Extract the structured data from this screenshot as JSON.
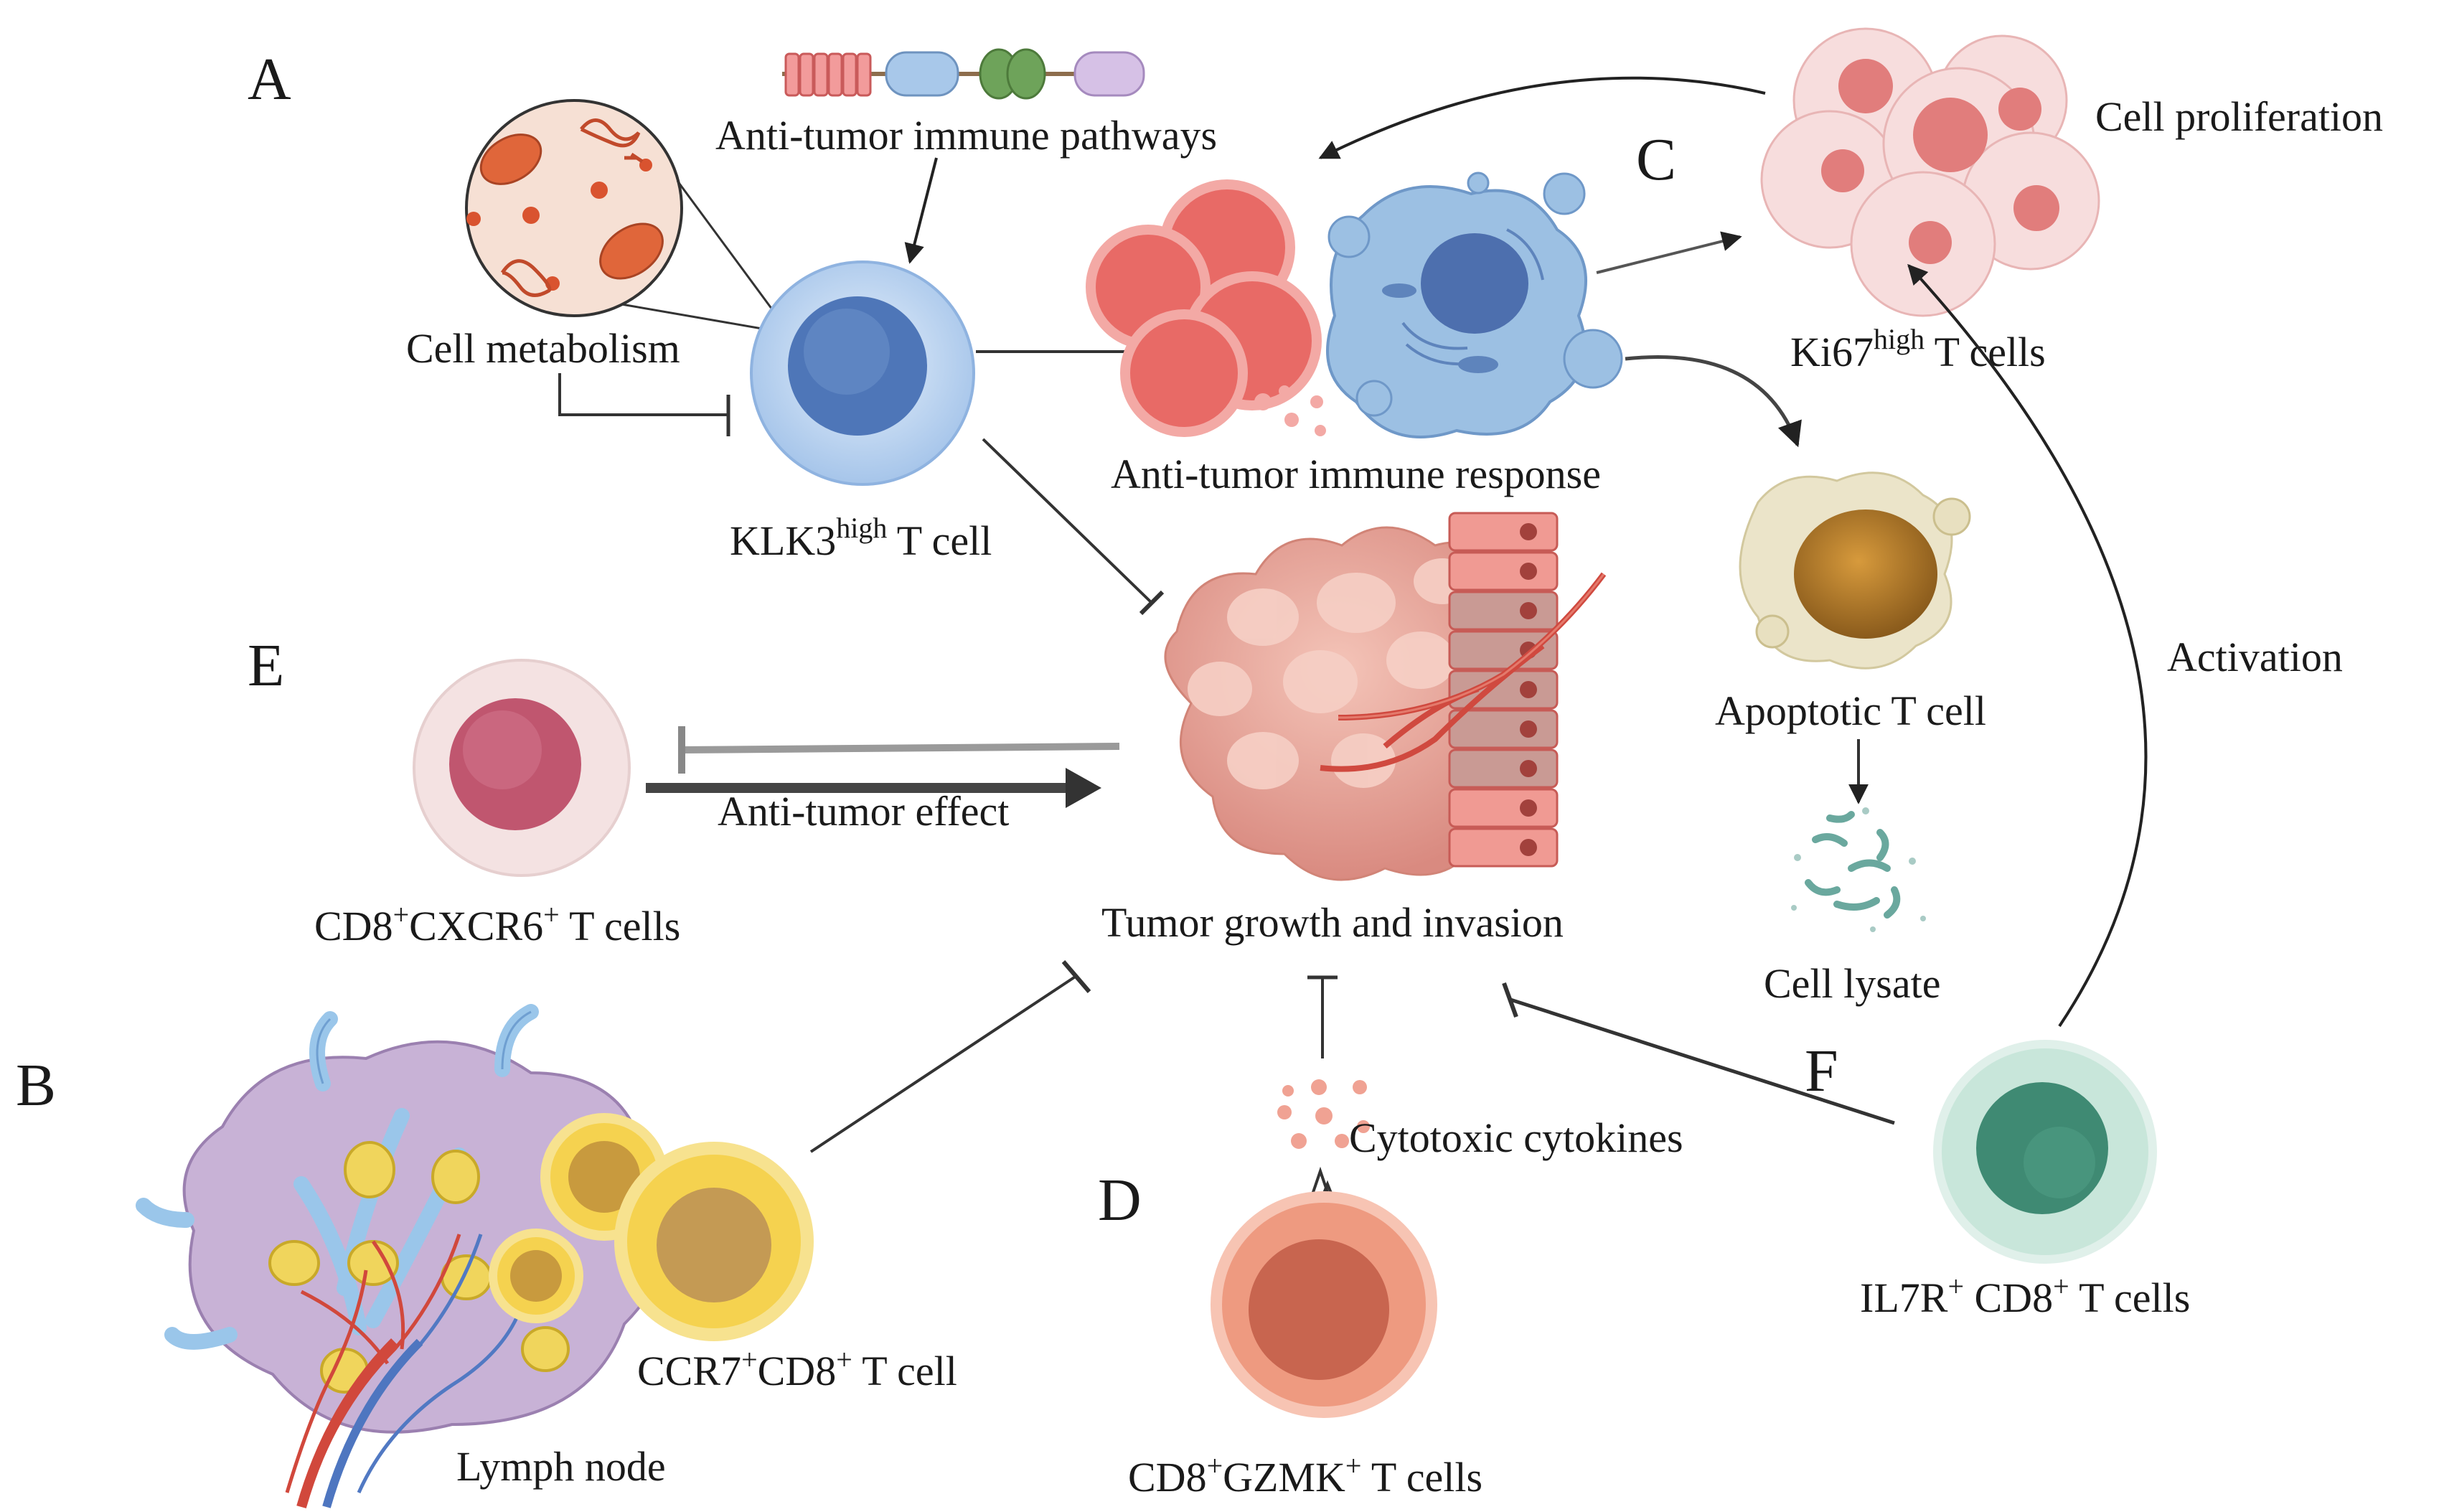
{
  "panels": {
    "a": "A",
    "b": "B",
    "c": "C",
    "d": "D",
    "e": "E",
    "f": "F"
  },
  "labels": {
    "anti_tumor_pathways": "Anti-tumor immune pathways",
    "cell_metabolism": "Cell metabolism",
    "klk3_main": "KLK3",
    "klk3_sup": "high",
    "klk3_tail": " T cell",
    "anti_tumor_response": "Anti-tumor immune response",
    "cell_proliferation": "Cell proliferation",
    "ki67_main": "Ki67",
    "ki67_sup": "high",
    "ki67_tail": " T cells",
    "apoptotic": "Apoptotic T cell",
    "cell_lysate": "Cell lysate",
    "activation": "Activation",
    "tumor": "Tumor growth and invasion",
    "anti_tumor_effect": "Anti-tumor effect",
    "cxcr6_a": "CD8",
    "cxcr6_sup1": "+",
    "cxcr6_b": "CXCR6",
    "cxcr6_sup2": "+",
    "cxcr6_tail": " T cells",
    "ccr7_a": "CCR7",
    "ccr7_sup1": "+",
    "ccr7_b": "CD8",
    "ccr7_sup2": "+",
    "ccr7_tail": " T cell",
    "lymph_node": "Lymph node",
    "cytokines": "Cytotoxic cytokines",
    "gzmk_a": "CD8",
    "gzmk_sup1": "+",
    "gzmk_b": "GZMK",
    "gzmk_sup2": "+",
    "gzmk_tail": " T cells",
    "il7r_a": "IL7R",
    "il7r_sup1": "+",
    "il7r_b": " CD8",
    "il7r_sup2": "+",
    "il7r_tail": " T cells"
  },
  "colors": {
    "klk3_cell": "#a9c8ec",
    "klk3_nucleus": "#4e76b8",
    "red_cell": "#e86a66",
    "tumor": "#e8a59a",
    "cxcr6_nucleus": "#c0566f",
    "ccr7_cell": "#f5d24f",
    "gzmk_cell": "#ee9a80",
    "il7r_cell": "#b9dfd2",
    "il7r_nucleus": "#3f8a73",
    "lymph_node": "#c8b2d6"
  }
}
